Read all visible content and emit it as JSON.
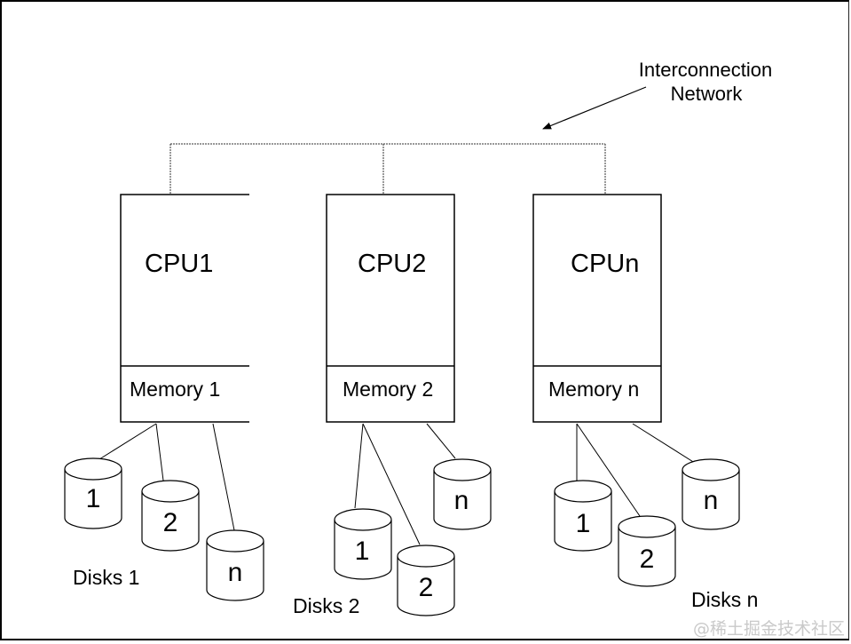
{
  "diagram": {
    "title": "Shared-nothing architecture",
    "network": {
      "label_line1": "Interconnection",
      "label_line2": "Network"
    },
    "nodes": [
      {
        "cpu": "CPU1",
        "memory": "Memory 1",
        "disks_label": "Disks 1",
        "disks": [
          "1",
          "2",
          "n"
        ]
      },
      {
        "cpu": "CPU2",
        "memory": "Memory 2",
        "disks_label": "Disks 2",
        "disks": [
          "1",
          "2",
          "n"
        ]
      },
      {
        "cpu": "CPUn",
        "memory": "Memory n",
        "disks_label": "Disks n",
        "disks": [
          "1",
          "2",
          "n"
        ]
      }
    ],
    "watermark": "@稀土掘金技术社区"
  }
}
